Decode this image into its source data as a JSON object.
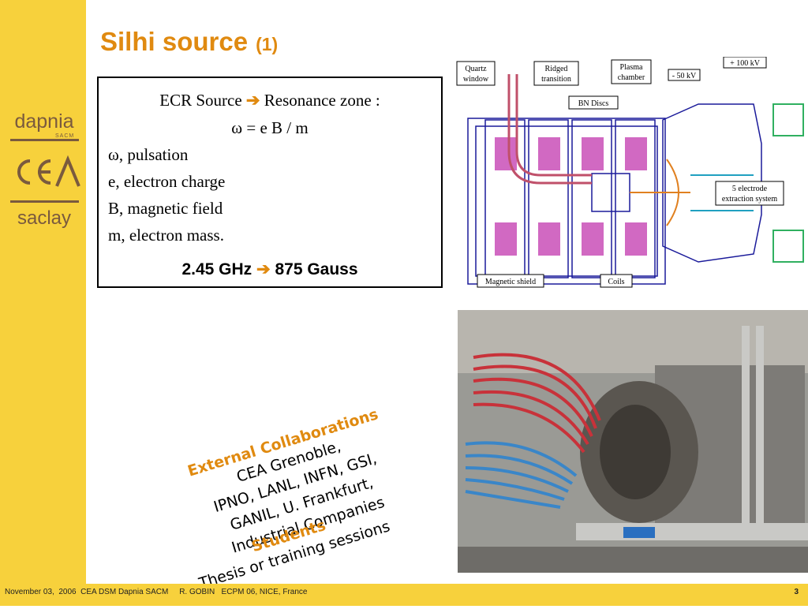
{
  "slide": {
    "title": "Silhi source",
    "title_suffix": "(1)"
  },
  "sidebar": {
    "logo_top": "dapnia",
    "logo_top_sub": "SACM",
    "logo_bottom": "saclay"
  },
  "definition": {
    "line1_a": "ECR Source",
    "line1_b": "Resonance zone :",
    "line2": "ω = e B / m",
    "line3": "ω, pulsation",
    "line4": "e, electron charge",
    "line5": "B, magnetic field",
    "line6": "m, electron mass.",
    "line7_a": "2.45 GHz",
    "line7_b": "875 Gauss"
  },
  "diagram_labels": {
    "quartz": [
      "Quartz",
      "window"
    ],
    "ridged": [
      "Ridged",
      "transition"
    ],
    "plasma": [
      "Plasma",
      "chamber"
    ],
    "bn": "BN Discs",
    "kv100": "+ 100 kV",
    "kv50": "- 50 kV",
    "electrode": [
      "5 electrode",
      "extraction system"
    ],
    "shield": "Magnetic shield",
    "coils": "Coils"
  },
  "collab": {
    "heading": "External Collaborations",
    "lines": [
      "CEA Grenoble,",
      "IPNO, LANL, INFN, GSI,",
      "GANIL, U. Frankfurt,",
      "Industrial Companies"
    ]
  },
  "students": {
    "heading": "Students",
    "line": "Thesis or training sessions"
  },
  "footer": {
    "text": "November 03,  2006  CEA DSM Dapnia SACM     R. GOBIN   ECPM 06, NICE, France",
    "page": "3"
  },
  "colors": {
    "accent": "#e08a10",
    "sidebar": "#f7d13c",
    "logo": "#7a5a3e"
  }
}
